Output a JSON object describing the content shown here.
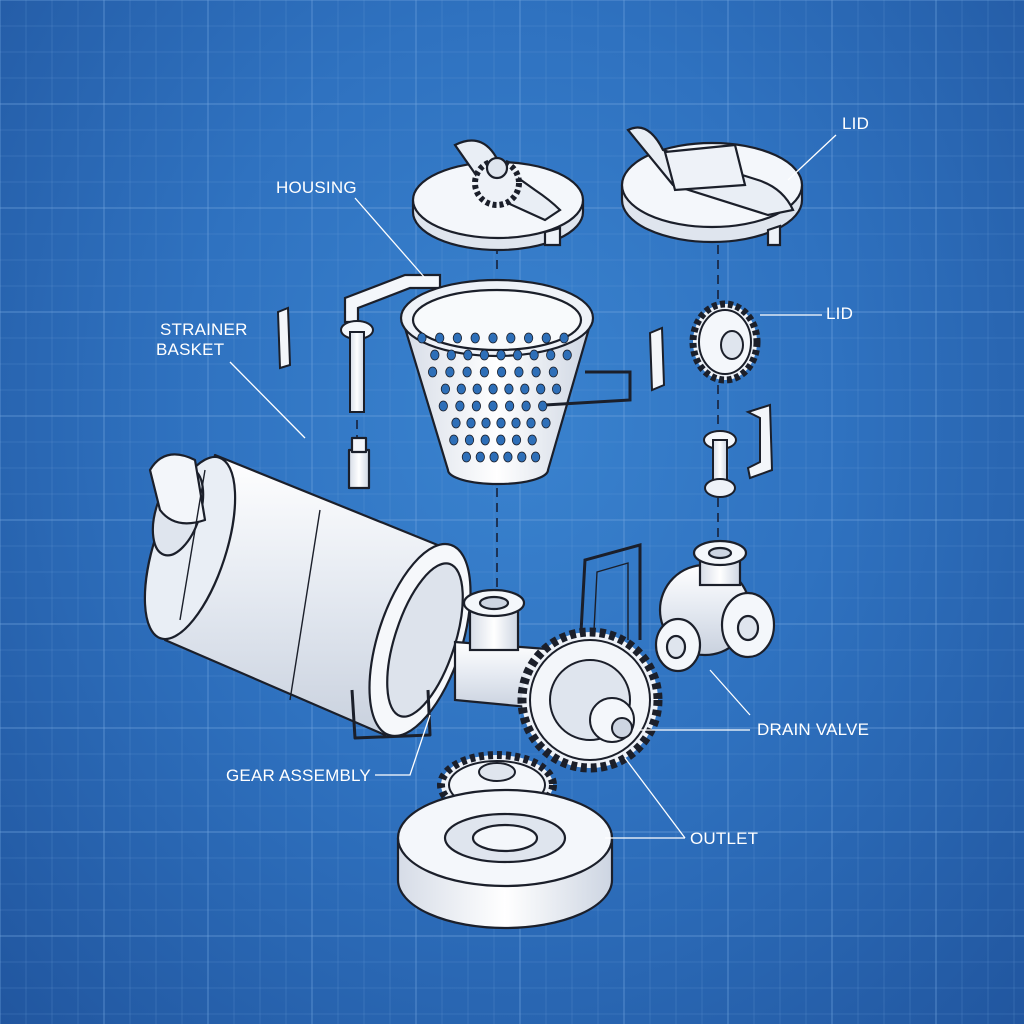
{
  "diagram": {
    "labels": {
      "housing": "HOUSING",
      "strainer_basket": [
        "STRAINER",
        "BASKET"
      ],
      "lid_top": "LID",
      "lid_gear": "LID",
      "drain_valve": "DRAIN VALVE",
      "gear_assembly": "GEAR ASSEMBLY",
      "outlet": "OUTLET"
    },
    "colors": {
      "background": "#2f72c0",
      "grid_line": "#6fa3dc",
      "part_fill": "#eef2f8",
      "part_outline": "#1b1f2a",
      "leader_line": "#ffffff",
      "basket_hole": "#2e6fb8"
    }
  }
}
